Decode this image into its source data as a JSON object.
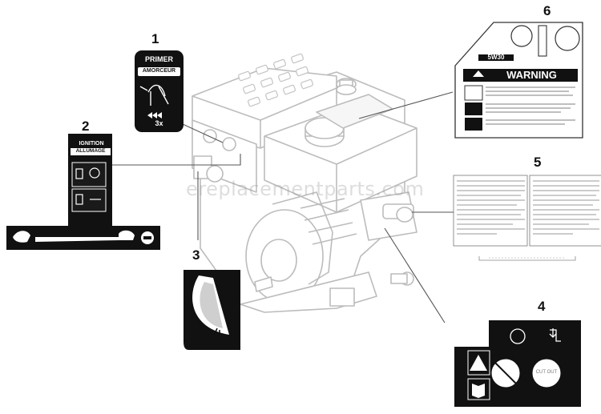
{
  "callouts": [
    "1",
    "2",
    "3",
    "4",
    "5",
    "6"
  ],
  "watermark": "ereplacementparts.com",
  "labels": {
    "primer_title": "PRIMER",
    "primer_subtitle": "AMORCEUR",
    "primer_count": "3x",
    "ignition_title": "IGNITION",
    "ignition_subtitle": "ALLUMAGE",
    "oil_grade": "5W30",
    "warning_title": "WARNING",
    "cut_out": "CUT OUT"
  },
  "colors": {
    "line": "#555555",
    "decal_dark": "#111111",
    "decal_light": "#ffffff",
    "engine_line": "#b9b9b9"
  }
}
